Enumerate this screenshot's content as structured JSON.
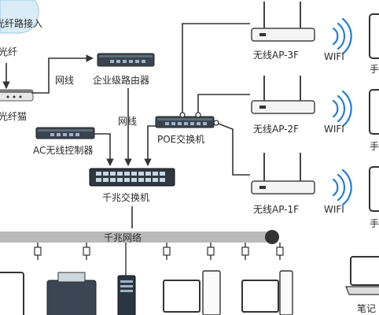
{
  "labels": {
    "fiber_access": "光纤路接入",
    "fiber": "光纤",
    "modem": "光纤猫",
    "cable_1": "网线",
    "cable_2": "网线",
    "enterprise_router": "企业级路由器",
    "ac_controller": "AC无线控制器",
    "poe_switch": "POE交换机",
    "gigabit_switch": "千兆交换机",
    "gigabit_network": "千兆网络",
    "ap3": "无线AP-3F",
    "ap2": "无线AP-2F",
    "ap1": "无线AP-1F",
    "wifi3": "WIFI",
    "wifi2": "WIFI",
    "wifi1": "WIFI",
    "phone_prefix_1": "手",
    "phone_prefix_2": "手",
    "phone_prefix_3": "手",
    "laptop": "笔记"
  }
}
